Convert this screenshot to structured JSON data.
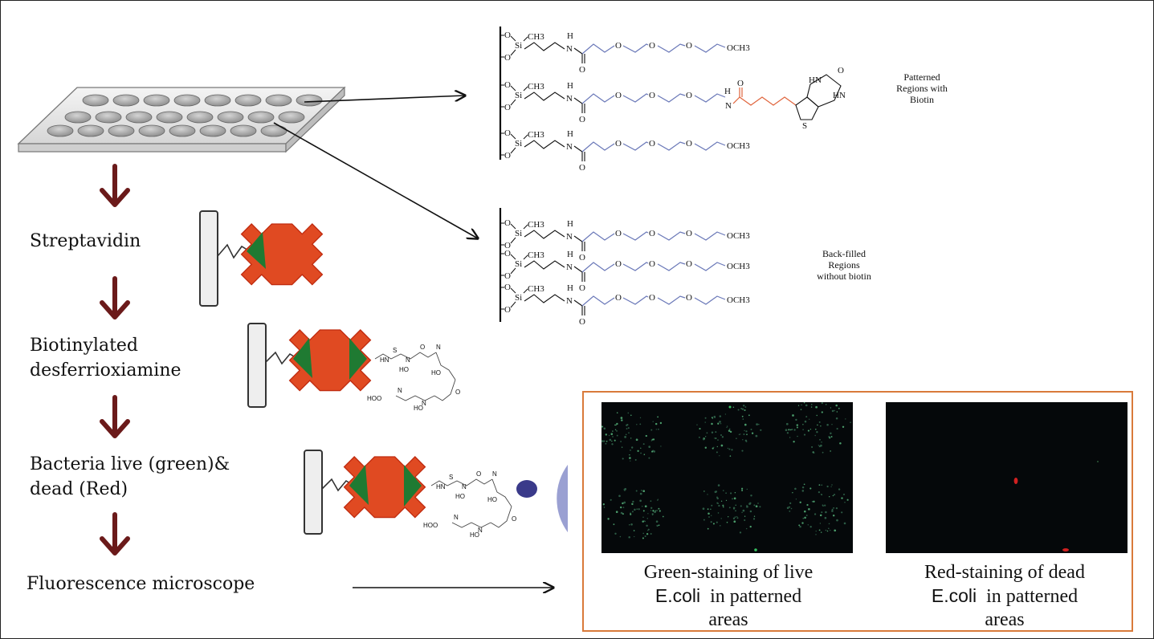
{
  "steps": [
    {
      "id": "streptavidin",
      "label": "Streptavidin"
    },
    {
      "id": "biotinylated",
      "label_line1": "Biotinylated",
      "label_line2": "desferrioxiamine"
    },
    {
      "id": "bacteria",
      "label_line1": "Bacteria live (green)&",
      "label_line2": "dead (Red)"
    },
    {
      "id": "microscope",
      "label": "Fluorescence microscope"
    }
  ],
  "regions": {
    "biotin": {
      "line1": "Patterned",
      "line2": "Regions with",
      "line3": "Biotin"
    },
    "backfilled": {
      "line1": "Back-filled",
      "line2": "Regions",
      "line3": "without biotin"
    }
  },
  "chem_labels": {
    "si": "Si",
    "ch3": "CH3",
    "h": "H",
    "n": "N",
    "o": "O",
    "och3": "OCH3",
    "hn": "HN",
    "s": "S",
    "ho": "HO",
    "hoo": "HOO"
  },
  "captions": {
    "green": {
      "line1": "Green-staining of live",
      "species": "E.coli",
      "line2_rest": "in patterned",
      "line3": "areas"
    },
    "red": {
      "line1": "Red-staining of dead",
      "species": "E.coli",
      "line2_rest": "in patterned",
      "line3": "areas"
    }
  },
  "colors": {
    "arrow_down": "#6b1a1a",
    "streptavidin": "#e04a22",
    "biotin_tag": "#1f7a32",
    "peg_chain": "#6a78b8",
    "biotin_chain": "#e0643c",
    "bacterium": "#9aa0d2",
    "result_border": "#d97a3a"
  }
}
